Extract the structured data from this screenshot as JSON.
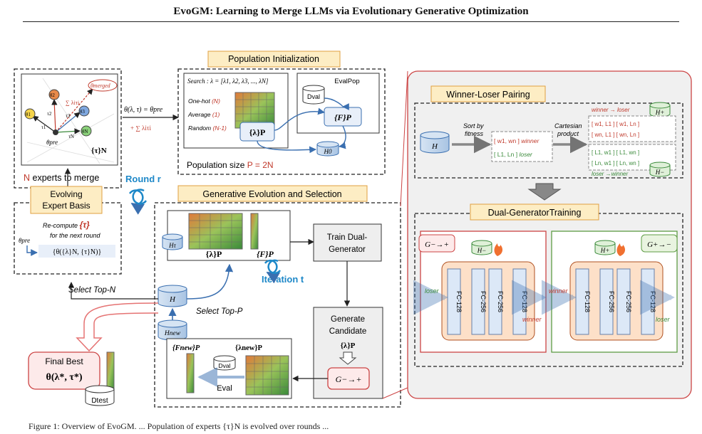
{
  "header": {
    "title": "EvoGM: Learning to Merge LLMs via Evolutionary Generative Optimization"
  },
  "colors": {
    "accent_red": "#c0392b",
    "accent_blue": "#1e88c8",
    "banner_fill": "#fdedc4",
    "banner_border": "#e0a040",
    "panel_bg": "#f0f0f0",
    "gen_red": "#cc4444",
    "gen_green": "#5e9c45",
    "node_blue": "#dce8f7",
    "node_orange": "#fde0c8"
  },
  "experts": {
    "theta_labels": [
      "θ1",
      "θ2",
      "θ3",
      "θN",
      "θmerged",
      "θpre"
    ],
    "tau_labels": [
      "τ1",
      "τ2",
      "τ3",
      "τN"
    ],
    "sum_label": "∑ λiτi",
    "set_label": "{τ}N",
    "n_label": "N",
    "caption": " experts to merge"
  },
  "merge_formula": {
    "line1": "θ(λ, τ) = θpre",
    "line2": "+ ∑ λiτi"
  },
  "pop_init": {
    "title": "Population Initialization",
    "search": "Search : λ = [λ1, λ2, λ3, ..., λN]",
    "one_hot": "One-hot",
    "one_hot_n": "(N)",
    "average": "Average",
    "average_n": "(1)",
    "random": "Random",
    "random_n": "(N-1)",
    "lambda_p": "{λ}P",
    "evalpop": "EvalPop",
    "d_val": "Dval",
    "fitness_p": "{F}P",
    "h0": "H0",
    "size_prefix": "Population size ",
    "size_value": "P = 2N"
  },
  "round": {
    "label": "Round r"
  },
  "iteration": {
    "label": "Iteration t"
  },
  "evolving": {
    "title_line1": "Evolving",
    "title_line2": "Expert Basis",
    "recompute": "Re-compute",
    "tau_set": "{τ}",
    "next_round": "for the next round",
    "theta_pre": "θpre",
    "formula": "{θ({λ}N, {τ}N)}"
  },
  "gen_evo": {
    "title": "Generative Evolution and Selection",
    "h_tau": "Hτ",
    "lambda_p": "{λ}P",
    "fitness_p": "{F}P",
    "h": "H",
    "select_top_p": "Select Top-P",
    "h_new": "Hnew",
    "fitness_new": "{Fnew}P",
    "lambda_new": "{λnew}P",
    "d_val": "Dval",
    "eval": "Eval",
    "train_line1": "Train Dual-",
    "train_line2": "Generator",
    "gen_line1": "Generate",
    "gen_line2": "Candidate",
    "gen_lambda": "{λ}P",
    "g_label": "G−→+"
  },
  "select_top_n": "Select Top-N",
  "final": {
    "title": "Final Best",
    "formula": "θ(λ*, τ*)",
    "d_test": "Dtest"
  },
  "pairing": {
    "title": "Winner-Loser Pairing",
    "h": "H",
    "sort_line1": "Sort by",
    "sort_line2": "fitness",
    "row1": "[ w1, wn ]",
    "winner": "winner",
    "row2": "[ L1, Ln ]",
    "loser": "loser",
    "cart_line1": "Cartesian",
    "cart_line2": "product",
    "winner_to_loser": "winner → loser",
    "loser_to_winner": "loser →winner",
    "h_plus": "H+",
    "h_minus": "H−",
    "pairs_top": [
      "[ w1, L1 ] [ w1, Ln ]",
      "[ wn, L1 ] [ wn, Ln ]"
    ],
    "pairs_bottom": [
      "[ L1, w1 ] [ L1, wn ]",
      "[ Ln, w1 ] [ Ln, wn ]"
    ]
  },
  "dual": {
    "title": "Dual-GeneratorTraining",
    "left_g": "G−→+",
    "right_g": "G+→−",
    "left_h": "H−",
    "right_h": "H+",
    "layers": [
      "FC-128",
      "FC-256",
      "FC-256",
      "FC-128"
    ],
    "left_in": "loser",
    "left_out": "winner",
    "right_in": "winner",
    "right_out": "loser"
  },
  "caption": "Figure 1: Overview of EvoGM. ... Population of experts {τ}N is evolved over rounds ..."
}
